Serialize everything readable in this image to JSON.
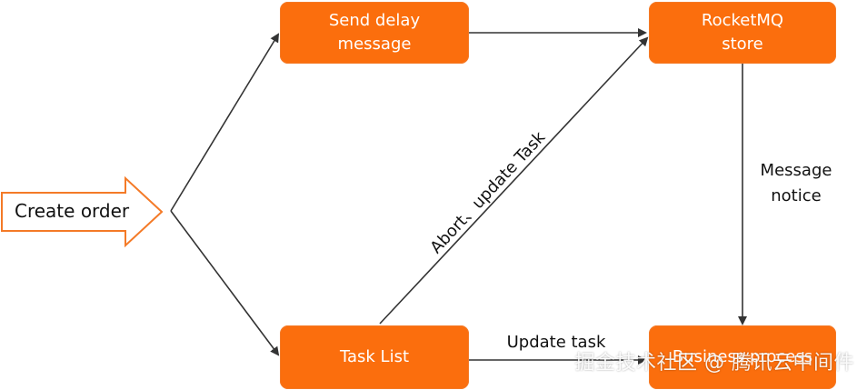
{
  "nodes": {
    "create_order": "Create order",
    "send_delay": "Send delay\nmessage",
    "rocketmq_store": "RocketMQ\nstore",
    "task_list": "Task List",
    "business_process": "Business process"
  },
  "edges": {
    "abort_update": "Abort、update Task",
    "message_notice": "Message\nnotice",
    "update_task": "Update task"
  },
  "watermark": "掘金技术社区 @ 腾讯云中间件",
  "colors": {
    "node_fill": "#fb6e0d",
    "arrow_line": "#333333",
    "create_arrow_stroke": "#f47a27"
  }
}
